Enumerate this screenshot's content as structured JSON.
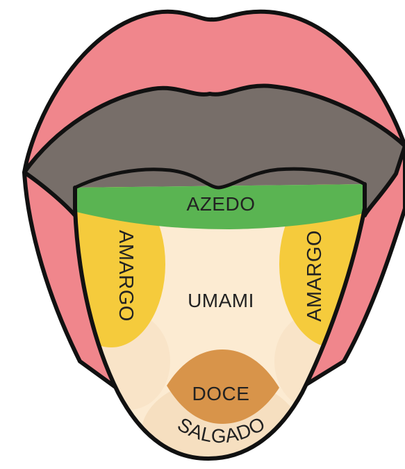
{
  "colors": {
    "lips": "#f0868c",
    "mouth_interior": "#776e69",
    "tongue_base": "#fcebd2",
    "sour_zone": "#5ab452",
    "bitter_zone": "#f5cb3c",
    "sweet_zone": "#d8944a",
    "salty_zone": "#f6dfc0",
    "outline": "#111111",
    "text": "#222222"
  },
  "zones": {
    "sour": {
      "label": "AZEDO"
    },
    "bitter_left": {
      "label": "AMARGO"
    },
    "bitter_right": {
      "label": "AMARGO"
    },
    "umami": {
      "label": "UMAMI"
    },
    "sweet": {
      "label": "DOCE"
    },
    "salty": {
      "label": "SALGADO"
    }
  }
}
